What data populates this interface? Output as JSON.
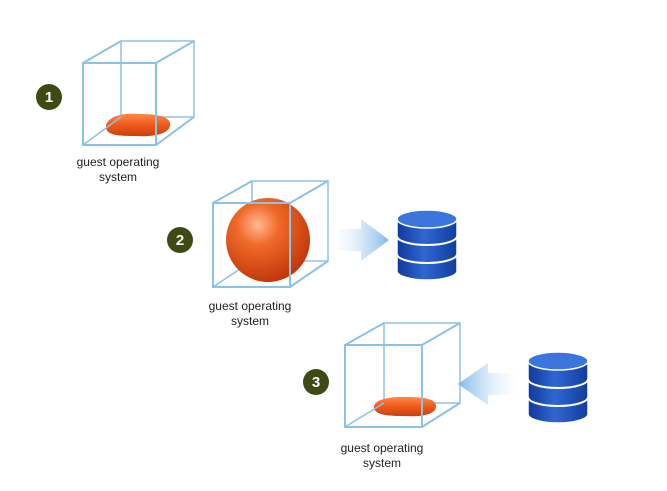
{
  "steps": [
    {
      "number": "1",
      "caption_line1": "guest operating",
      "caption_line2": "system"
    },
    {
      "number": "2",
      "caption_line1": "guest operating",
      "caption_line2": "system"
    },
    {
      "number": "3",
      "caption_line1": "guest operating",
      "caption_line2": "system"
    }
  ],
  "colors": {
    "cube_edge": "#8ec2e4",
    "step_badge": "#3d4a14",
    "blob": "#e0440e",
    "database": "#1f4fb8",
    "arrow": "#9cc9ee"
  }
}
